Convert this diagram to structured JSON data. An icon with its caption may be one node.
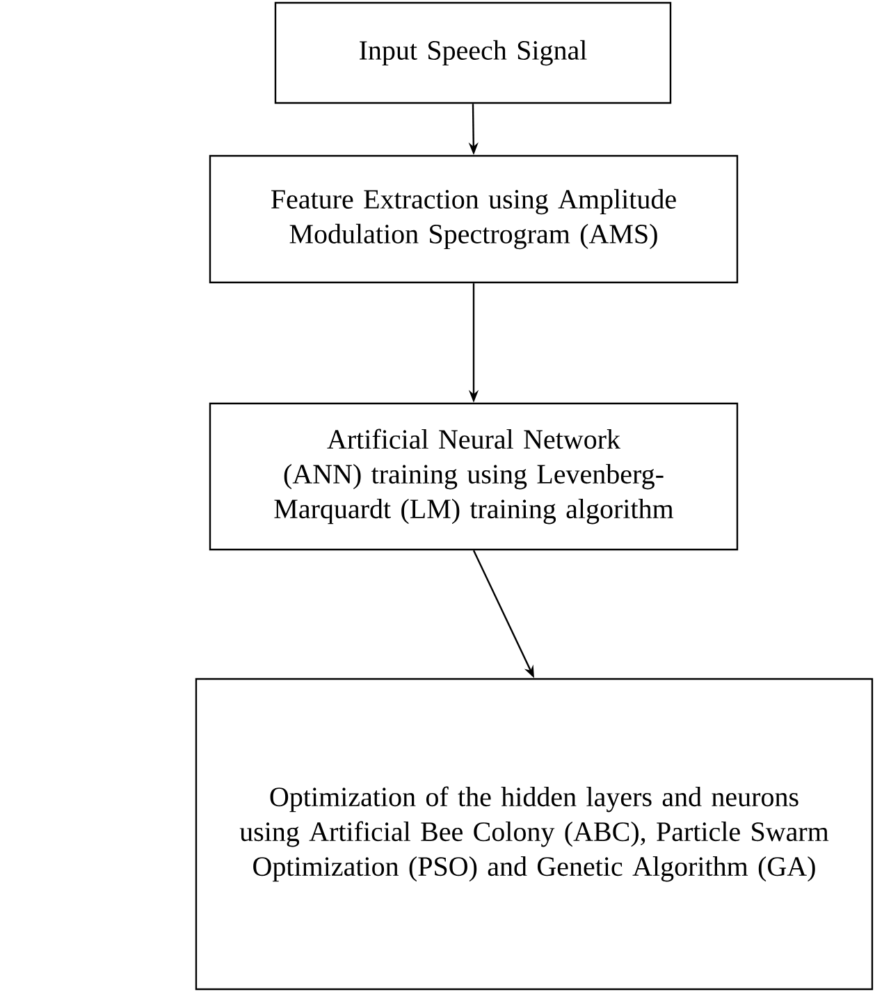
{
  "diagram": {
    "nodes": [
      {
        "text": [
          "Input Speech Signal"
        ]
      },
      {
        "text": [
          "Feature Extraction using Amplitude Modulation Spectrogram (AMS)"
        ]
      },
      {
        "text": [
          "Artificial Neural Network (ANN) training using Levenberg-Marquardt (LM) training algorithm"
        ]
      },
      {
        "text": [
          "Optimization of the hidden layers and neurons using Artificial Bee Colony (ABC), Particle Swarm Optimization (PSO) and Genetic Algorithm (GA)"
        ]
      }
    ],
    "edges": [
      {
        "from": 0,
        "to": 1,
        "arrow": "to"
      },
      {
        "from": 1,
        "to": 2,
        "arrow": "to"
      },
      {
        "from": 2,
        "to": 3,
        "arrow": "to"
      }
    ]
  }
}
